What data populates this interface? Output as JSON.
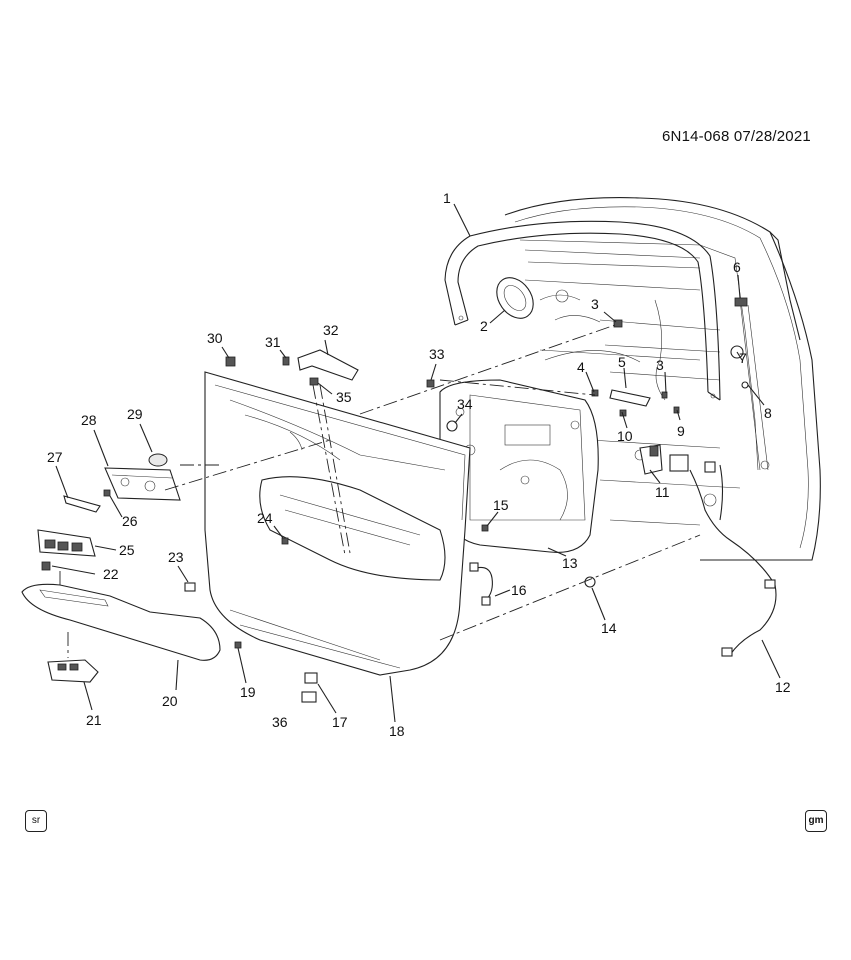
{
  "header": {
    "diagram_code": "6N14-068 07/28/2021"
  },
  "badges": {
    "left": "sr",
    "right": "gm"
  },
  "callouts": {
    "c1": "1",
    "c2": "2",
    "c3a": "3",
    "c3b": "3",
    "c4": "4",
    "c5": "5",
    "c6": "6",
    "c7": "7",
    "c8": "8",
    "c9": "9",
    "c10": "10",
    "c11": "11",
    "c12": "12",
    "c13": "13",
    "c14": "14",
    "c15": "15",
    "c16": "16",
    "c17": "17",
    "c18": "18",
    "c19": "19",
    "c20": "20",
    "c21": "21",
    "c22": "22",
    "c23": "23",
    "c24": "24",
    "c25": "25",
    "c26": "26",
    "c27": "27",
    "c28": "28",
    "c29": "29",
    "c30": "30",
    "c31": "31",
    "c32": "32",
    "c33": "33",
    "c34": "34",
    "c35": "35",
    "c36": "36"
  },
  "icons": {
    "left_badge": "sr-logo-icon",
    "right_badge": "gm-logo-icon"
  }
}
